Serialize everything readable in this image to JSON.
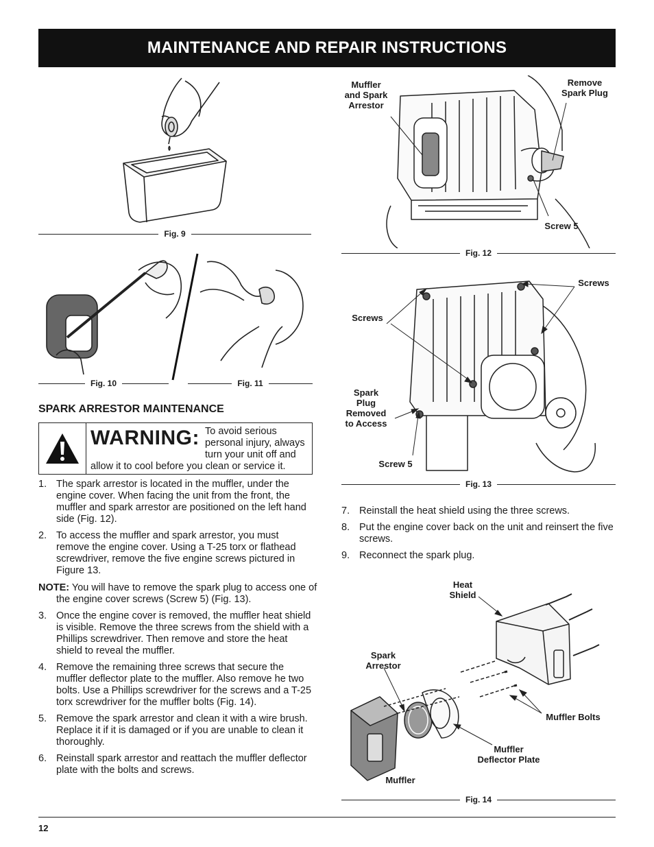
{
  "header": {
    "title": "MAINTENANCE AND REPAIR INSTRUCTIONS"
  },
  "figures": {
    "fig9": {
      "caption": "Fig. 9"
    },
    "fig10": {
      "caption": "Fig. 10"
    },
    "fig11": {
      "caption": "Fig. 11"
    },
    "fig12": {
      "caption": "Fig. 12",
      "callouts": {
        "muffler": "Muffler\nand Spark\nArrestor",
        "spark_plug": "Remove\nSpark Plug",
        "screw5": "Screw 5"
      }
    },
    "fig13": {
      "caption": "Fig. 13",
      "callouts": {
        "screws_right": "Screws",
        "screws_left": "Screws",
        "spark_plug": "Spark\nPlug\nRemoved\nto Access",
        "screw5": "Screw 5"
      }
    },
    "fig14": {
      "caption": "Fig. 14",
      "callouts": {
        "heat_shield": "Heat\nShield",
        "spark_arrestor": "Spark\nArrestor",
        "muffler_bolts": "Muffler Bolts",
        "deflector": "Muffler\nDeflector Plate",
        "muffler": "Muffler"
      }
    }
  },
  "section": {
    "title": "SPARK ARRESTOR MAINTENANCE"
  },
  "warning": {
    "label": "WARNING:",
    "text": "To avoid serious personal injury, always turn your unit off and allow it to cool before you clean or service it."
  },
  "steps_left": [
    {
      "num": "1.",
      "text": "The spark arrestor is located in the muffler, under the engine cover. When facing the unit from the front, the muffler and spark arrestor are positioned on the left hand side (Fig. 12)."
    },
    {
      "num": "2.",
      "text": "To access the muffler and spark arrestor, you must remove the engine cover. Using a T-25 torx or flathead screwdriver, remove the five engine screws pictured in Figure 13."
    }
  ],
  "note": {
    "label": "NOTE:",
    "text": "You will have to remove the spark plug to access one of the engine cover screws (Screw 5) (Fig. 13)."
  },
  "steps_left_2": [
    {
      "num": "3.",
      "text": "Once the engine cover is removed, the muffler heat shield is visible. Remove the three screws from the shield with a Phillips screwdriver. Then remove and store the heat shield to reveal the muffler."
    },
    {
      "num": "4.",
      "text": "Remove the remaining three screws that secure the muffler deflector plate to the muffler. Also remove he two bolts. Use a Phillips screwdriver for the screws and a T-25 torx screwdriver for the muffler bolts (Fig. 14)."
    },
    {
      "num": "5.",
      "text": "Remove the spark arrestor and clean it with a wire brush. Replace it if it is damaged or if you are unable to clean it thoroughly."
    },
    {
      "num": "6.",
      "text": "Reinstall spark arrestor and reattach the muffler deflector plate with the bolts and screws."
    }
  ],
  "steps_right": [
    {
      "num": "7.",
      "text": "Reinstall the heat shield using the three screws."
    },
    {
      "num": "8.",
      "text": "Put the engine cover back on the unit and reinsert the five screws."
    },
    {
      "num": "9.",
      "text": "Reconnect the spark plug."
    }
  ],
  "footer": {
    "page_number": "12"
  }
}
